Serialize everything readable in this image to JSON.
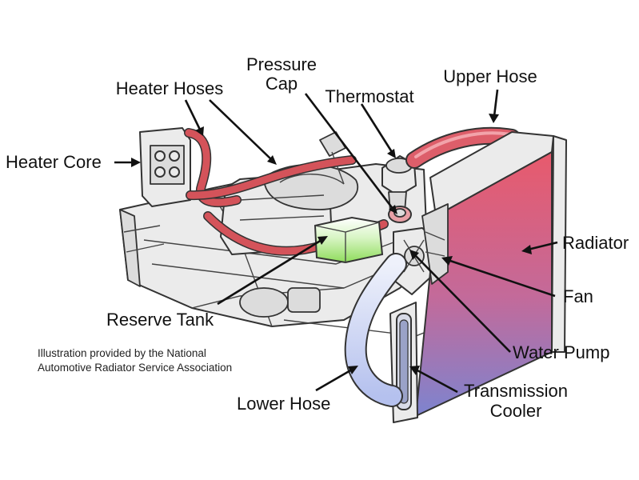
{
  "labels": {
    "pressure_cap_line1": "Pressure",
    "pressure_cap_line2": "Cap",
    "heater_hoses": "Heater Hoses",
    "thermostat": "Thermostat",
    "upper_hose": "Upper Hose",
    "heater_core": "Heater Core",
    "radiator": "Radiator",
    "fan": "Fan",
    "reserve_tank": "Reserve Tank",
    "water_pump": "Water Pump",
    "lower_hose": "Lower Hose",
    "transmission_cooler_line1": "Transmission",
    "transmission_cooler_line2": "Cooler"
  },
  "credit": {
    "line1": "Illustration provided by the National",
    "line2": "Automotive Radiator Service Association"
  },
  "colors": {
    "hose_red": "#d4535a",
    "radiator_top": "#e55a6e",
    "radiator_bottom": "#7f82cc",
    "reserve_tank_green": "#a6e87a",
    "lower_hose_blue": "#c3cdf0"
  }
}
